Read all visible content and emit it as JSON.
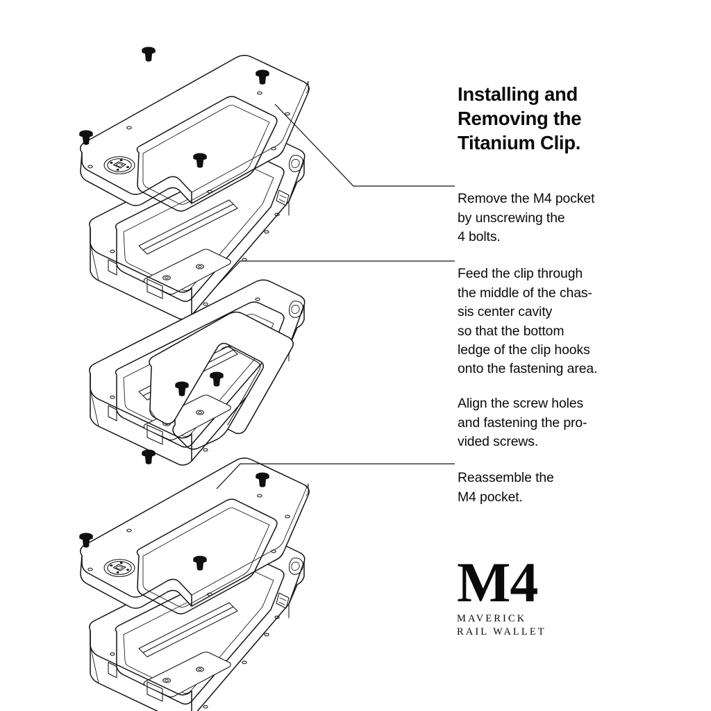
{
  "document": {
    "title": "Installing and\nRemoving the\nTitanium Clip.",
    "background_color": "#ffffff",
    "ink_color": "#111111"
  },
  "steps": [
    {
      "id": "step-remove-pocket",
      "text": "Remove the M4 pocket\nby unscrewing the\n4 bolts."
    },
    {
      "id": "step-feed-clip",
      "text": "Feed the clip through\nthe middle of the chas-\nsis center cavity\nso that the bottom\nledge of the clip hooks\nonto the fastening area."
    },
    {
      "id": "step-align-screws",
      "text": "Align the screw holes\nand fastening the pro-\nvided screws."
    },
    {
      "id": "step-reassemble",
      "text": "Reassemble the\nM4 pocket."
    }
  ],
  "figures": [
    {
      "id": "figure-exploded-top",
      "caption_ref": "step-remove-pocket",
      "parts": [
        "m4-pocket-plate",
        "chassis-base",
        "bolt",
        "bolt",
        "bolt",
        "bolt",
        "logo-medallion"
      ]
    },
    {
      "id": "figure-clip-installed",
      "caption_ref": "step-feed-clip",
      "parts": [
        "titanium-clip",
        "chassis-base",
        "bolt",
        "bolt",
        "fastening-plate"
      ]
    },
    {
      "id": "figure-reassembled",
      "caption_ref": "step-reassemble",
      "parts": [
        "m4-pocket-plate",
        "chassis-base",
        "bolt",
        "bolt",
        "bolt",
        "bolt",
        "logo-medallion"
      ]
    }
  ],
  "logo": {
    "mark": "M4",
    "subtitle": "MAVERICK\nRAIL WALLET"
  }
}
